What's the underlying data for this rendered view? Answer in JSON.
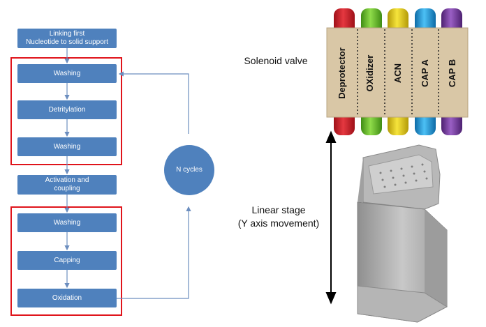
{
  "flow": {
    "step1": "Linking first\nNucleotide to solid support",
    "step2": "Washing",
    "step3": "Detritylation",
    "step4": "Washing",
    "step5": "Activation and\ncoupling",
    "step6": "Washing",
    "step7": "Capping",
    "step8": "Oxidation",
    "cycle": "N cycles"
  },
  "valve": {
    "label": "Solenoid valve",
    "channels": [
      {
        "name": "Deprotector",
        "color": "#d9202c"
      },
      {
        "name": "OXidizer",
        "color": "#6fc52a"
      },
      {
        "name": "ACN",
        "color": "#e8d21e"
      },
      {
        "name": "CAP A",
        "color": "#1fa3e6"
      },
      {
        "name": "CAP B",
        "color": "#7a3fa4"
      }
    ]
  },
  "stage": {
    "label_line1": "Linear stage",
    "label_line2": "(Y axis movement)"
  },
  "colors": {
    "box": "#4f81bd",
    "highlight": "#e0141b",
    "arrow": "#6c8ebf",
    "panel": "#d9c7a6"
  }
}
